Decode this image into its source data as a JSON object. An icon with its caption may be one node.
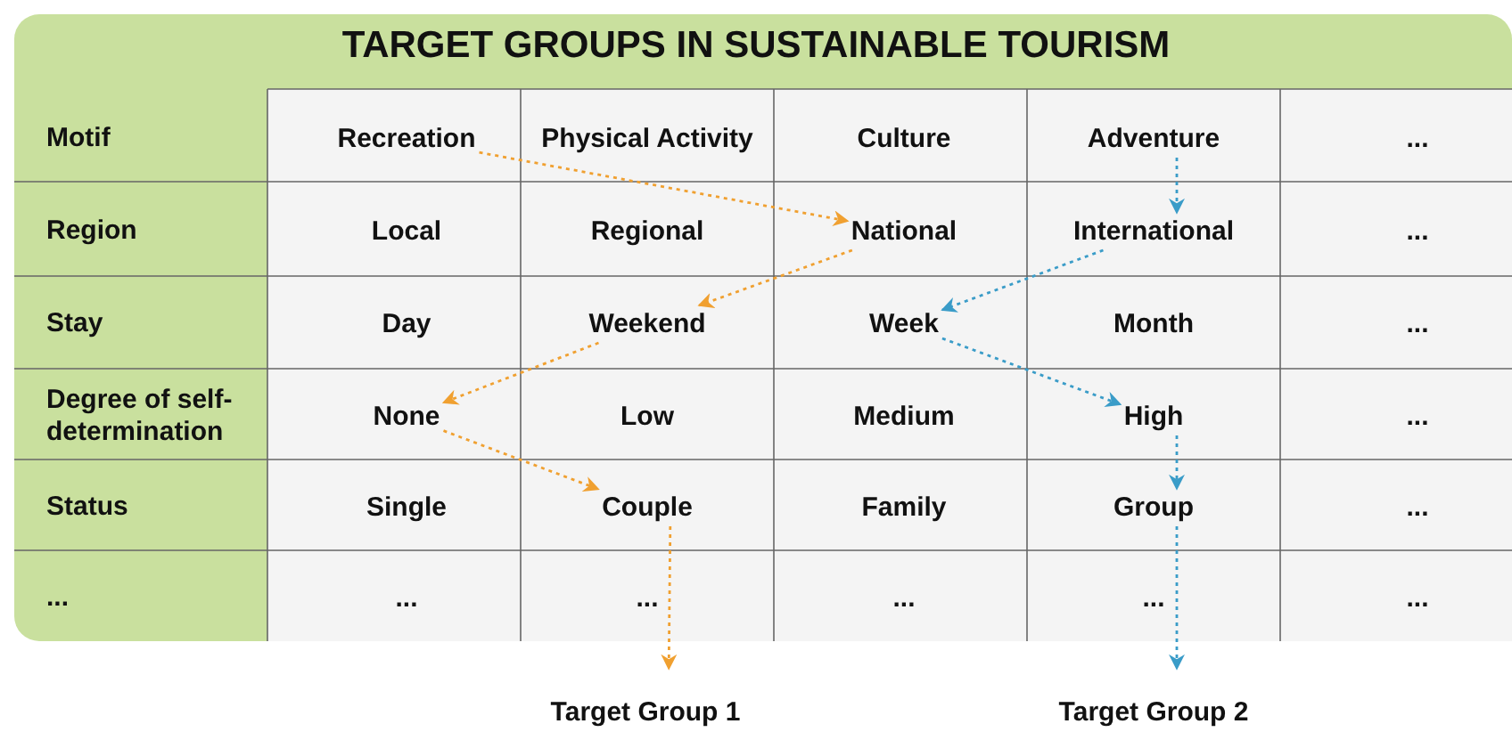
{
  "diagram": {
    "title": "TARGET GROUPS IN SUSTAINABLE TOURISM",
    "nodes": [
      {
        "text": [
          "Motif"
        ]
      },
      {
        "text": [
          "Recreation"
        ]
      },
      {
        "text": [
          "Physical Activity"
        ]
      },
      {
        "text": [
          "Culture"
        ]
      },
      {
        "text": [
          "Adventure"
        ]
      },
      {
        "text": [
          "..."
        ]
      },
      {
        "text": [
          "Region"
        ]
      },
      {
        "text": [
          "Local"
        ]
      },
      {
        "text": [
          "Regional"
        ]
      },
      {
        "text": [
          "National"
        ]
      },
      {
        "text": [
          "International"
        ]
      },
      {
        "text": [
          "..."
        ]
      },
      {
        "text": [
          "Stay"
        ]
      },
      {
        "text": [
          "Day"
        ]
      },
      {
        "text": [
          "Weekend"
        ]
      },
      {
        "text": [
          "Week"
        ]
      },
      {
        "text": [
          "Month"
        ]
      },
      {
        "text": [
          "..."
        ]
      },
      {
        "text": [
          "Degree of self-determination"
        ]
      },
      {
        "text": [
          "None"
        ]
      },
      {
        "text": [
          "Low"
        ]
      },
      {
        "text": [
          "Medium"
        ]
      },
      {
        "text": [
          "High"
        ]
      },
      {
        "text": [
          "..."
        ]
      },
      {
        "text": [
          "Status"
        ]
      },
      {
        "text": [
          "Single"
        ]
      },
      {
        "text": [
          "Couple"
        ]
      },
      {
        "text": [
          "Family"
        ]
      },
      {
        "text": [
          "Group"
        ]
      },
      {
        "text": [
          "..."
        ]
      },
      {
        "text": [
          "..."
        ]
      },
      {
        "text": [
          "..."
        ]
      },
      {
        "text": [
          "..."
        ]
      },
      {
        "text": [
          "..."
        ]
      },
      {
        "text": [
          "..."
        ]
      },
      {
        "text": [
          "..."
        ]
      },
      {
        "text": [
          "Target Group 1"
        ]
      },
      {
        "text": [
          "Target Group 2"
        ]
      }
    ],
    "edges": [
      {
        "from": 1,
        "to": 9,
        "arrow": "to",
        "style": "dashed",
        "color": "#f0a030"
      },
      {
        "from": 9,
        "to": 14,
        "arrow": "to",
        "style": "dashed",
        "color": "#f0a030"
      },
      {
        "from": 14,
        "to": 19,
        "arrow": "to",
        "style": "dashed",
        "color": "#f0a030"
      },
      {
        "from": 19,
        "to": 26,
        "arrow": "to",
        "style": "dashed",
        "color": "#f0a030"
      },
      {
        "from": 26,
        "to": 36,
        "arrow": "to",
        "style": "dashed",
        "color": "#f0a030"
      },
      {
        "from": 4,
        "to": 10,
        "arrow": "to",
        "style": "dashed",
        "color": "#3a9cc8"
      },
      {
        "from": 10,
        "to": 15,
        "arrow": "to",
        "style": "dashed",
        "color": "#3a9cc8"
      },
      {
        "from": 15,
        "to": 22,
        "arrow": "to",
        "style": "dashed",
        "color": "#3a9cc8"
      },
      {
        "from": 22,
        "to": 28,
        "arrow": "to",
        "style": "dashed",
        "color": "#3a9cc8"
      },
      {
        "from": 28,
        "to": 37,
        "arrow": "to",
        "style": "dashed",
        "color": "#3a9cc8"
      }
    ]
  }
}
